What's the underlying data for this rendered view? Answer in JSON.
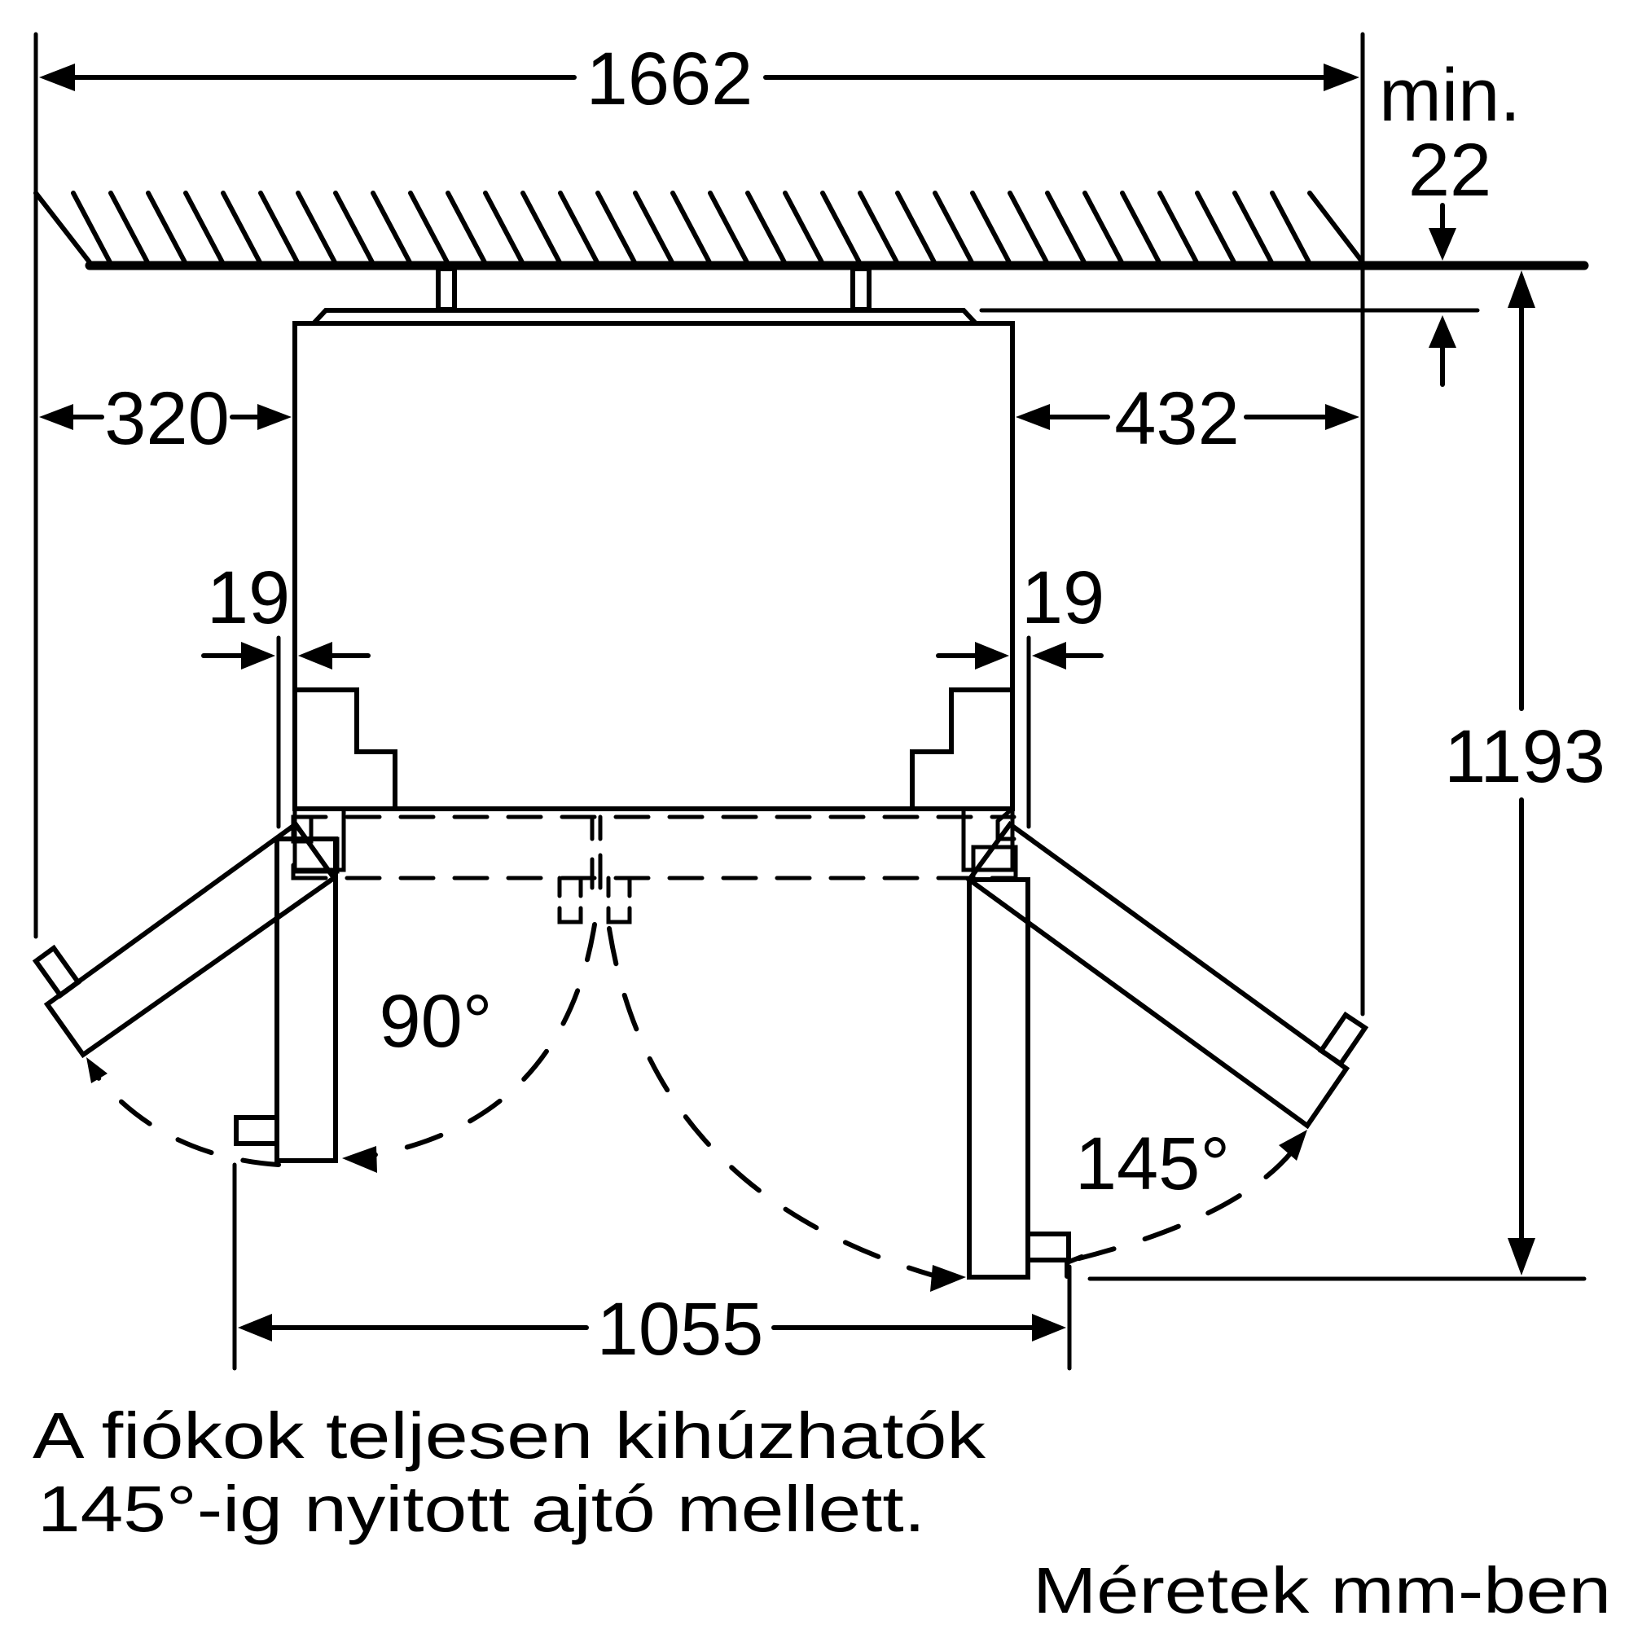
{
  "diagram": {
    "type": "appliance-installation-top-view",
    "colors": {
      "line": "#000000",
      "background": "#ffffff"
    },
    "dimensions": {
      "overall_width": {
        "value": "1662",
        "unit": "mm"
      },
      "wall_gap": {
        "prefix": "min.",
        "value": "22",
        "unit": "mm"
      },
      "left_clearance": {
        "value": "320",
        "unit": "mm"
      },
      "right_clearance": {
        "value": "432",
        "unit": "mm"
      },
      "left_door_offset": {
        "value": "19",
        "unit": "mm"
      },
      "right_door_offset": {
        "value": "19",
        "unit": "mm"
      },
      "depth_with_door_open": {
        "value": "1193",
        "unit": "mm"
      },
      "door_span_open": {
        "value": "1055",
        "unit": "mm"
      }
    },
    "angles": {
      "left_door": {
        "label": "90°"
      },
      "right_door": {
        "label": "145°"
      }
    },
    "notes": {
      "drawer_note_line1": "A fiókok teljesen kihúzhatók",
      "drawer_note_line2": "145°-ig nyitott ajtó mellett.",
      "units_note": "Méretek mm-ben"
    }
  }
}
